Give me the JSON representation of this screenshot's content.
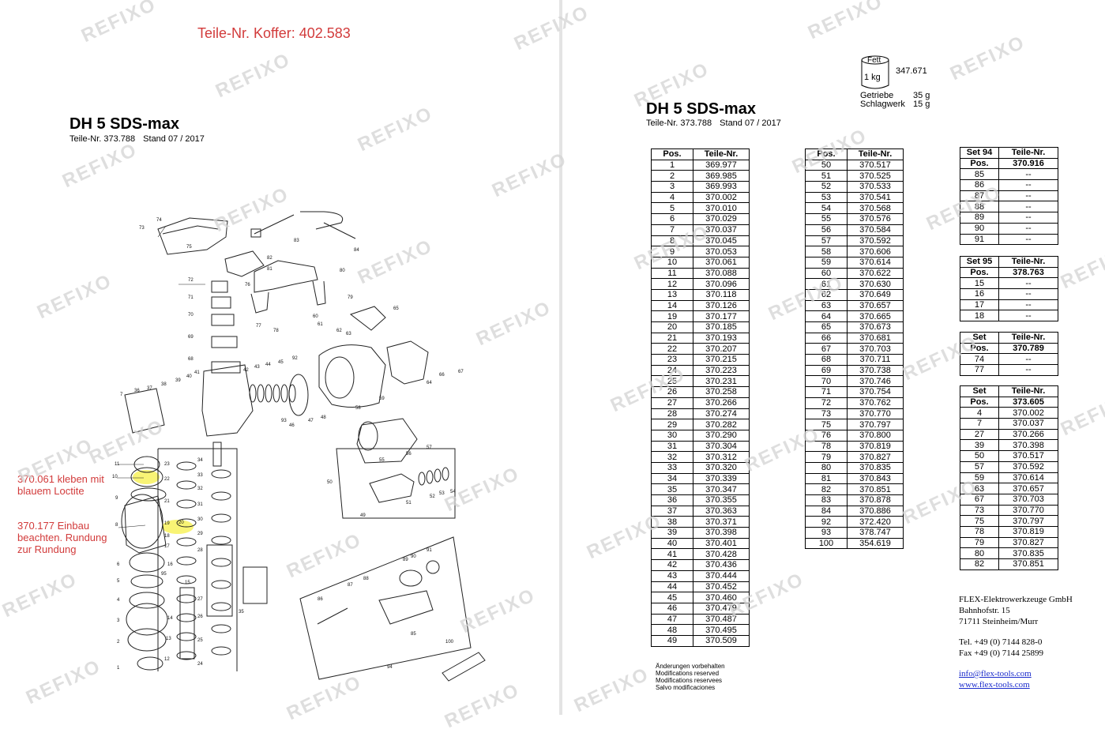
{
  "left": {
    "koffer": "Teile-Nr. Koffer: 402.583",
    "title": "DH 5 SDS-max",
    "part_no": "Teile-Nr. 373.788",
    "stand": "Stand  07 / 2017",
    "note1": [
      "370.061 kleben mit",
      "blauem Loctite"
    ],
    "note2": [
      "370.177 Einbau",
      "beachten. Rundung",
      "zur Rundung"
    ],
    "callouts": [
      "1",
      "2",
      "3",
      "4",
      "5",
      "6",
      "7",
      "8",
      "9",
      "10",
      "11",
      "12",
      "13",
      "14",
      "15",
      "16",
      "17",
      "18",
      "19",
      "20",
      "21",
      "22",
      "23",
      "24",
      "25",
      "26",
      "27",
      "28",
      "29",
      "30",
      "31",
      "32",
      "33",
      "34",
      "35",
      "36",
      "37",
      "38",
      "39",
      "40",
      "41",
      "42",
      "43",
      "44",
      "45",
      "46",
      "47",
      "48",
      "49",
      "50",
      "51",
      "52",
      "53",
      "54",
      "55",
      "56",
      "57",
      "58",
      "59",
      "60",
      "61",
      "62",
      "63",
      "64",
      "65",
      "66",
      "67",
      "68",
      "69",
      "70",
      "71",
      "72",
      "73",
      "74",
      "75",
      "76",
      "77",
      "78",
      "79",
      "80",
      "81",
      "82",
      "83",
      "84",
      "85",
      "86",
      "87",
      "88",
      "89",
      "90",
      "91",
      "92",
      "93",
      "94",
      "95",
      "100"
    ]
  },
  "right": {
    "title": "DH 5 SDS-max",
    "part_no": "Teile-Nr. 373.788",
    "stand": "Stand  07 / 2017",
    "fett": {
      "label": "Fett",
      "qty": "1 kg",
      "number": "347.671",
      "getriebe_label": "Getriebe",
      "getriebe_val": "35 g",
      "schlagwerk_label": "Schlagwerk",
      "schlagwerk_val": "15 g"
    },
    "table_headers": [
      "Pos.",
      "Teile-Nr."
    ],
    "table1": [
      [
        "1",
        "369.977"
      ],
      [
        "2",
        "369.985"
      ],
      [
        "3",
        "369.993"
      ],
      [
        "4",
        "370.002"
      ],
      [
        "5",
        "370.010"
      ],
      [
        "6",
        "370.029"
      ],
      [
        "7",
        "370.037"
      ],
      [
        "8",
        "370.045"
      ],
      [
        "9",
        "370.053"
      ],
      [
        "10",
        "370.061"
      ],
      [
        "11",
        "370.088"
      ],
      [
        "12",
        "370.096"
      ],
      [
        "13",
        "370.118"
      ],
      [
        "14",
        "370.126"
      ],
      [
        "19",
        "370.177"
      ],
      [
        "20",
        "370.185"
      ],
      [
        "21",
        "370.193"
      ],
      [
        "22",
        "370.207"
      ],
      [
        "23",
        "370.215"
      ],
      [
        "24",
        "370.223"
      ],
      [
        "25",
        "370.231"
      ],
      [
        "26",
        "370.258"
      ],
      [
        "27",
        "370.266"
      ],
      [
        "28",
        "370.274"
      ],
      [
        "29",
        "370.282"
      ],
      [
        "30",
        "370.290"
      ],
      [
        "31",
        "370.304"
      ],
      [
        "32",
        "370.312"
      ],
      [
        "33",
        "370.320"
      ],
      [
        "34",
        "370.339"
      ],
      [
        "35",
        "370.347"
      ],
      [
        "36",
        "370.355"
      ],
      [
        "37",
        "370.363"
      ],
      [
        "38",
        "370.371"
      ],
      [
        "39",
        "370.398"
      ],
      [
        "40",
        "370.401"
      ],
      [
        "41",
        "370.428"
      ],
      [
        "42",
        "370.436"
      ],
      [
        "43",
        "370.444"
      ],
      [
        "44",
        "370.452"
      ],
      [
        "45",
        "370.460"
      ],
      [
        "46",
        "370.479"
      ],
      [
        "47",
        "370.487"
      ],
      [
        "48",
        "370.495"
      ],
      [
        "49",
        "370.509"
      ]
    ],
    "table2": [
      [
        "50",
        "370.517"
      ],
      [
        "51",
        "370.525"
      ],
      [
        "52",
        "370.533"
      ],
      [
        "53",
        "370.541"
      ],
      [
        "54",
        "370.568"
      ],
      [
        "55",
        "370.576"
      ],
      [
        "56",
        "370.584"
      ],
      [
        "57",
        "370.592"
      ],
      [
        "58",
        "370.606"
      ],
      [
        "59",
        "370.614"
      ],
      [
        "60",
        "370.622"
      ],
      [
        "61",
        "370.630"
      ],
      [
        "62",
        "370.649"
      ],
      [
        "63",
        "370.657"
      ],
      [
        "64",
        "370.665"
      ],
      [
        "65",
        "370.673"
      ],
      [
        "66",
        "370.681"
      ],
      [
        "67",
        "370.703"
      ],
      [
        "68",
        "370.711"
      ],
      [
        "69",
        "370.738"
      ],
      [
        "70",
        "370.746"
      ],
      [
        "71",
        "370.754"
      ],
      [
        "72",
        "370.762"
      ],
      [
        "73",
        "370.770"
      ],
      [
        "75",
        "370.797"
      ],
      [
        "76",
        "370.800"
      ],
      [
        "78",
        "370.819"
      ],
      [
        "79",
        "370.827"
      ],
      [
        "80",
        "370.835"
      ],
      [
        "81",
        "370.843"
      ],
      [
        "82",
        "370.851"
      ],
      [
        "83",
        "370.878"
      ],
      [
        "84",
        "370.886"
      ],
      [
        "92",
        "372.420"
      ],
      [
        "93",
        "378.747"
      ],
      [
        "100",
        "354.619"
      ]
    ],
    "sets": [
      {
        "h1a": "Set 94",
        "h1b": "Teile-Nr.",
        "h2a": "Pos.",
        "h2b": "370.916",
        "rows": [
          [
            "85",
            "--"
          ],
          [
            "86",
            "--"
          ],
          [
            "87",
            "--"
          ],
          [
            "88",
            "--"
          ],
          [
            "89",
            "--"
          ],
          [
            "90",
            "--"
          ],
          [
            "91",
            "--"
          ]
        ]
      },
      {
        "h1a": "Set 95",
        "h1b": "Teile-Nr.",
        "h2a": "Pos.",
        "h2b": "378.763",
        "rows": [
          [
            "15",
            "--"
          ],
          [
            "16",
            "--"
          ],
          [
            "17",
            "--"
          ],
          [
            "18",
            "--"
          ]
        ]
      },
      {
        "h1a": "Set",
        "h1b": "Teile-Nr.",
        "h2a": "Pos.",
        "h2b": "370.789",
        "rows": [
          [
            "74",
            "--"
          ],
          [
            "77",
            "--"
          ]
        ]
      },
      {
        "h1a": "Set",
        "h1b": "Teile-Nr.",
        "h2a": "Pos.",
        "h2b": "373.605",
        "rows": [
          [
            "4",
            "370.002"
          ],
          [
            "7",
            "370.037"
          ],
          [
            "27",
            "370.266"
          ],
          [
            "39",
            "370.398"
          ],
          [
            "50",
            "370.517"
          ],
          [
            "57",
            "370.592"
          ],
          [
            "59",
            "370.614"
          ],
          [
            "63",
            "370.657"
          ],
          [
            "67",
            "370.703"
          ],
          [
            "73",
            "370.770"
          ],
          [
            "75",
            "370.797"
          ],
          [
            "78",
            "370.819"
          ],
          [
            "79",
            "370.827"
          ],
          [
            "80",
            "370.835"
          ],
          [
            "82",
            "370.851"
          ]
        ]
      }
    ],
    "address": [
      "FLEX-Elektrowerkzeuge GmbH",
      "Bahnhofstr. 15",
      "71711 Steinheim/Murr"
    ],
    "phone": "Tel. +49 (0) 7144 828-0",
    "fax": "Fax +49 (0) 7144 25899",
    "email": "info@flex-tools.com",
    "web": "www.flex-tools.com",
    "modifications": [
      "Änderungen vorbehalten",
      "Modifications reserved",
      "Modifications reservees",
      "Salvo modificaciones"
    ]
  },
  "watermark": "REFIXO"
}
